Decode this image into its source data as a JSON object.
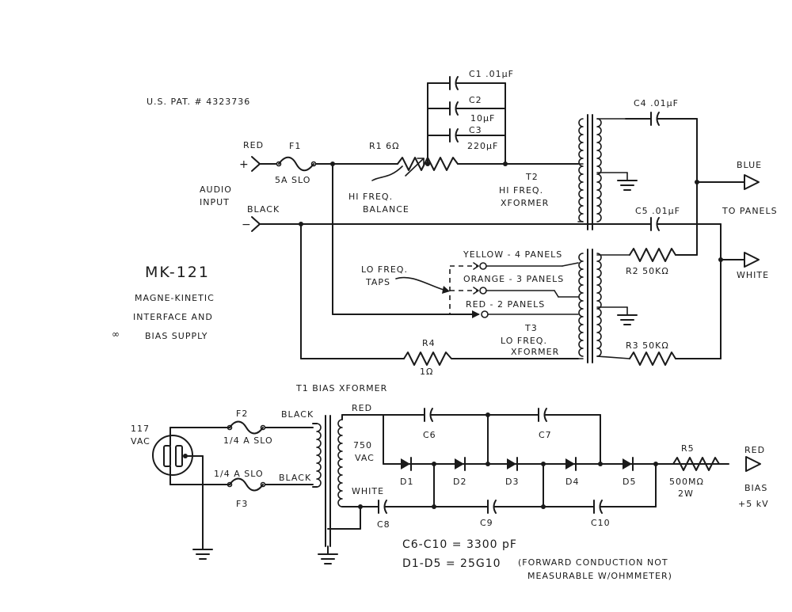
{
  "header": {
    "patent": "U.S. PAT. # 4323736"
  },
  "title_block": {
    "model": "MK-121",
    "line1": "MAGNE-KINETIC",
    "line2": "INTERFACE AND",
    "line3": "BIAS SUPPLY",
    "mark": "∞"
  },
  "audio": {
    "input_label_1": "AUDIO",
    "input_label_2": "INPUT",
    "red": "RED",
    "black": "BLACK",
    "plus": "+",
    "minus": "−",
    "f1": "F1",
    "f1_rating": "5A SLO",
    "r1": "R1 6Ω",
    "hi_balance_1": "HI FREQ.",
    "hi_balance_2": "BALANCE",
    "c1": "C1 .01μF",
    "c2": "C2",
    "c2_value": "10μF",
    "c3": "C3",
    "c3_value": "220μF",
    "t2": "T2",
    "t2_label_1": "HI FREQ.",
    "t2_label_2": "XFORMER",
    "c4": "C4 .01μF",
    "c5": "C5 .01μF",
    "blue": "BLUE",
    "white": "WHITE",
    "to_panels": "TO PANELS",
    "lo_taps_1": "LO FREQ.",
    "lo_taps_2": "TAPS",
    "tap_yellow": "YELLOW - 4 PANELS",
    "tap_orange": "ORANGE - 3 PANELS",
    "tap_red": "RED - 2 PANELS",
    "r2": "R2 50KΩ",
    "r3": "R3 50KΩ",
    "r4": "R4",
    "r4_value": "1Ω",
    "t3": "T3",
    "t3_label_1": "LO FREQ.",
    "t3_label_2": "XFORMER"
  },
  "bias": {
    "t1": "T1 BIAS XFORMER",
    "vac_1": "117",
    "vac_2": "VAC",
    "f2": "F2",
    "f2_rating": "1/4 A SLO",
    "f3": "F3",
    "f3_rating": "1/4 A SLO",
    "black_1": "BLACK",
    "black_2": "BLACK",
    "sec_red": "RED",
    "sec_white": "WHITE",
    "sec_v_1": "750",
    "sec_v_2": "VAC",
    "c6": "C6",
    "c7": "C7",
    "c8": "C8",
    "c9": "C9",
    "c10": "C10",
    "d1": "D1",
    "d2": "D2",
    "d3": "D3",
    "d4": "D4",
    "d5": "D5",
    "r5": "R5",
    "r5_value": "500MΩ",
    "r5_power": "2W",
    "out_red": "RED",
    "out_bias": "BIAS",
    "out_kv": "+5 kV"
  },
  "notes": {
    "caps": "C6-C10 = 3300 pF",
    "diodes": "D1-D5 = 25G10",
    "diode_note_1": "(FORWARD CONDUCTION NOT",
    "diode_note_2": "MEASURABLE W/OHMMETER)"
  }
}
